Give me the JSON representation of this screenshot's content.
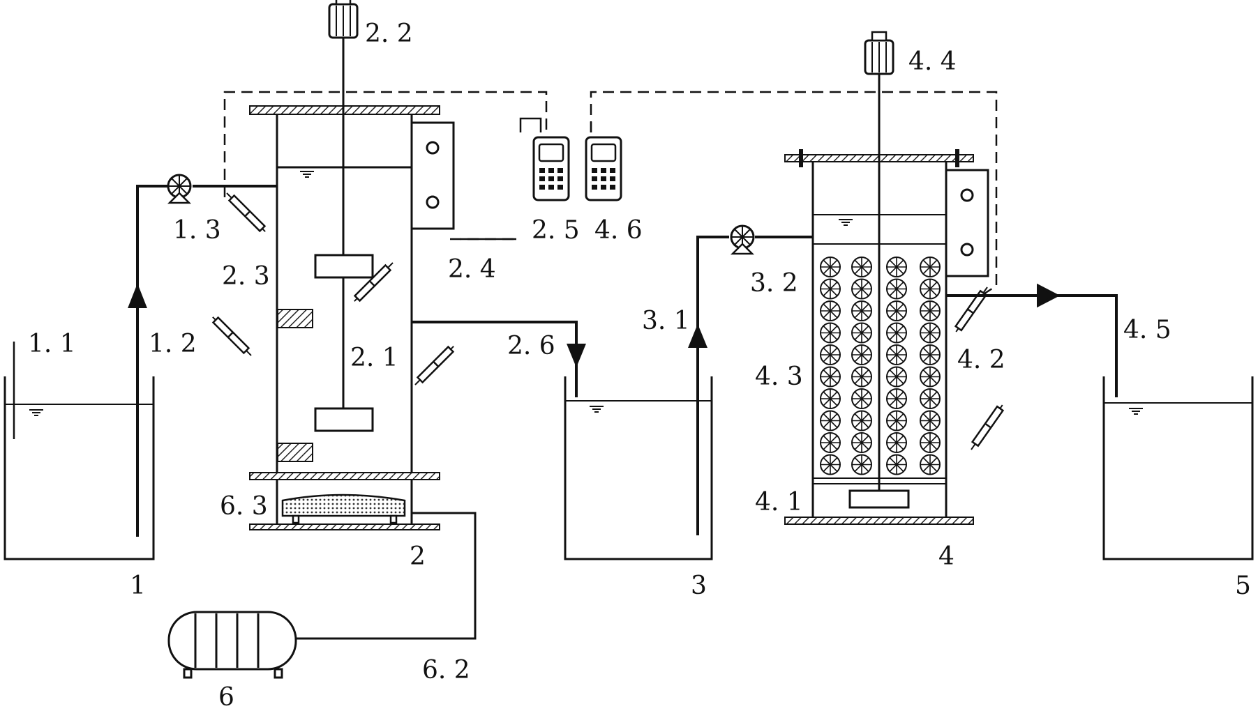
{
  "labels": {
    "tank1": "1",
    "pipe_1_1": "1. 1",
    "pipe_1_2": "1. 2",
    "pump_1_3": "1. 3",
    "reactor2": "2",
    "stirrer_2_1": "2. 1",
    "motor_2_2": "2. 2",
    "sensor_2_3": "2. 3",
    "sensor_2_4": "2. 4",
    "meter_2_5": "2. 5",
    "outlet_2_6": "2. 6",
    "tank3": "3",
    "pipe_3_1": "3. 1",
    "pump_3_2": "3. 2",
    "reactor4": "4",
    "base_4_1": "4. 1",
    "sensor_4_2": "4. 2",
    "media_4_3": "4. 3",
    "motor_4_4": "4. 4",
    "outlet_4_5": "4. 5",
    "meter_4_6": "4. 6",
    "tank5": "5",
    "compressor6": "6",
    "air_pipe_6_2": "6. 2",
    "diffuser_6_3": "6. 3"
  },
  "colors": {
    "line": "#111111",
    "background": "#ffffff",
    "hatch": "#555555"
  },
  "icons": {
    "pump": "pump-icon",
    "motor": "motor-icon",
    "meter": "meter-icon",
    "compressor": "compressor-icon",
    "media": "carrier-ball-icon"
  }
}
